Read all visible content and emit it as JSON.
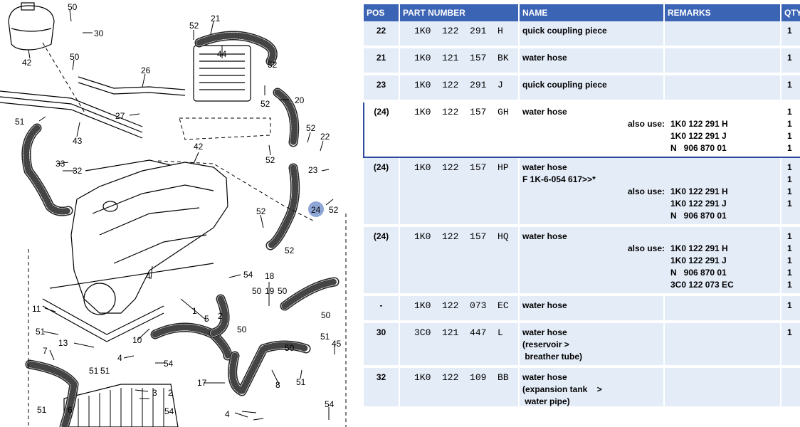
{
  "diagram": {
    "callouts": [
      "50",
      "30",
      "42",
      "50",
      "21",
      "52",
      "44",
      "26",
      "52",
      "20",
      "27",
      "52",
      "51",
      "43",
      "33",
      "32",
      "52",
      "22",
      "42",
      "52",
      "23",
      "24",
      "52",
      "52",
      "52",
      "4",
      "54",
      "18",
      "50",
      "19",
      "50",
      "11",
      "50",
      "5",
      "1",
      "2",
      "51",
      "13",
      "51",
      "51",
      "10",
      "54",
      "4",
      "7",
      "3",
      "2",
      "6",
      "51",
      "54",
      "17",
      "8",
      "51",
      "45",
      "50",
      "51",
      "4",
      "50",
      "54"
    ],
    "highlighted_callout": "24"
  },
  "table": {
    "headers": {
      "pos": "POS",
      "part_number": "PART NUMBER",
      "name": "NAME",
      "remarks": "REMARKS",
      "qty": "QTY"
    },
    "rows": [
      {
        "pos": "22",
        "part_number": "1K0  122  291  H",
        "name": [
          "quick coupling piece"
        ],
        "remarks": "",
        "also_use": [],
        "qty": [
          "1"
        ]
      },
      {
        "pos": "21",
        "part_number": "1K0  121  157  BK",
        "name": [
          "water hose"
        ],
        "remarks": "",
        "also_use": [],
        "qty": [
          "1"
        ]
      },
      {
        "pos": "23",
        "part_number": "1K0  122  291  J",
        "name": [
          "quick coupling piece"
        ],
        "remarks": "",
        "also_use": [],
        "qty": [
          "1"
        ]
      },
      {
        "pos": "(24)",
        "part_number": "1K0  122  157  GH",
        "name": [
          "water hose"
        ],
        "remarks": "also use:",
        "also_use": [
          "1K0 122 291 H",
          "1K0 122 291 J",
          "N   906 870 01"
        ],
        "qty": [
          "1",
          "1",
          "1",
          "1"
        ],
        "selected": true
      },
      {
        "pos": "(24)",
        "part_number": "1K0  122  157  HP",
        "name": [
          "water hose",
          "F 1K-6-054 617>>*"
        ],
        "remarks": "also use:",
        "also_use": [
          "1K0 122 291 H",
          "1K0 122 291 J",
          "N   906 870 01"
        ],
        "qty": [
          "1",
          "1",
          "1",
          "1"
        ]
      },
      {
        "pos": "(24)",
        "part_number": "1K0  122  157  HQ",
        "name": [
          "water hose"
        ],
        "remarks": "also use:",
        "also_use": [
          "1K0 122 291 H",
          "1K0 122 291 J",
          "N   906 870 01",
          "3C0 122 073 EC"
        ],
        "qty": [
          "1",
          "1",
          "1",
          "1",
          "1"
        ]
      },
      {
        "pos": "-",
        "part_number": "1K0  122  073  EC",
        "name": [
          "water hose"
        ],
        "remarks": "",
        "also_use": [],
        "qty": [
          "1"
        ]
      },
      {
        "pos": "30",
        "part_number": "3C0  121  447  L",
        "name": [
          "water hose",
          "(reservoir >",
          " breather tube)"
        ],
        "remarks": "",
        "also_use": [],
        "qty": [
          "1"
        ]
      },
      {
        "pos": "32",
        "part_number": "1K0  122  109  BB",
        "name": [
          "water hose",
          "(expansion tank    >",
          " water pipe)"
        ],
        "remarks": "",
        "also_use": [],
        "qty": []
      }
    ]
  }
}
